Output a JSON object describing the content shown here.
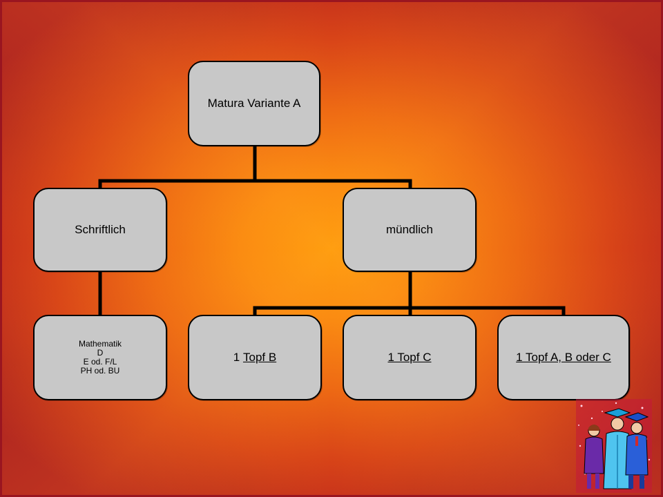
{
  "diagram": {
    "root": {
      "label": "Matura Variante A"
    },
    "written": {
      "label": "Schriftlich"
    },
    "oral": {
      "label": "mündlich"
    },
    "subjects": {
      "lines": [
        "Mathematik",
        "D",
        "E od. F/L",
        "PH od. BU"
      ]
    },
    "pot_b": {
      "prefix": "1 ",
      "link": "Topf B"
    },
    "pot_c": {
      "link": "1 Topf C"
    },
    "pot_abc": {
      "link": "1 Topf A, B oder C"
    }
  },
  "clipart": {
    "icon": "graduates-clipart-icon"
  },
  "colors": {
    "node_fill": "#c8c8c8",
    "connector": "#000000",
    "bg_center": "#ff9e10",
    "bg_edge": "#b21d20"
  }
}
